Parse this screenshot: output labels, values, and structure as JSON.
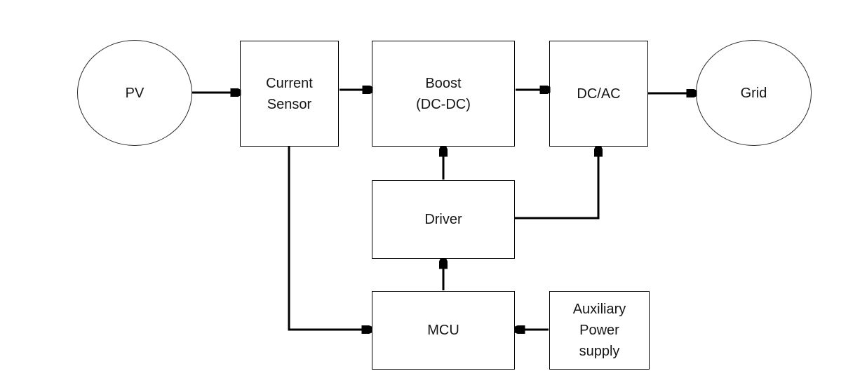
{
  "diagram": {
    "nodes": {
      "pv": {
        "label": "PV",
        "shape": "ellipse"
      },
      "current_sensor": {
        "label": "Current\nSensor",
        "shape": "rect"
      },
      "boost": {
        "label": "Boost\n(DC-DC)",
        "shape": "rect"
      },
      "dc_ac": {
        "label": "DC/AC",
        "shape": "rect"
      },
      "grid": {
        "label": "Grid",
        "shape": "ellipse"
      },
      "driver": {
        "label": "Driver",
        "shape": "rect"
      },
      "mcu": {
        "label": "MCU",
        "shape": "rect"
      },
      "aux_power": {
        "label": "Auxiliary\nPower\nsupply",
        "shape": "rect"
      }
    },
    "edges": [
      {
        "from": "pv",
        "to": "boost_via_current_sensor_in",
        "desc": "PV to Current Sensor"
      },
      {
        "from": "current_sensor",
        "to": "boost",
        "desc": "Current Sensor to Boost (DC-DC)"
      },
      {
        "from": "boost",
        "to": "dc_ac",
        "desc": "Boost (DC-DC) to DC/AC"
      },
      {
        "from": "dc_ac",
        "to": "grid",
        "desc": "DC/AC to Grid"
      },
      {
        "from": "driver",
        "to": "boost",
        "desc": "Driver up to Boost (DC-DC)"
      },
      {
        "from": "driver",
        "to": "dc_ac",
        "desc": "Driver right then up to DC/AC"
      },
      {
        "from": "mcu",
        "to": "driver",
        "desc": "MCU up to Driver"
      },
      {
        "from": "current_sensor",
        "to": "mcu",
        "desc": "Current Sensor down then right into MCU"
      },
      {
        "from": "aux_power",
        "to": "mcu",
        "desc": "Auxiliary Power supply left into MCU"
      }
    ],
    "colors": {
      "stroke": "#000000",
      "background": "#ffffff",
      "text": "#161616"
    }
  }
}
